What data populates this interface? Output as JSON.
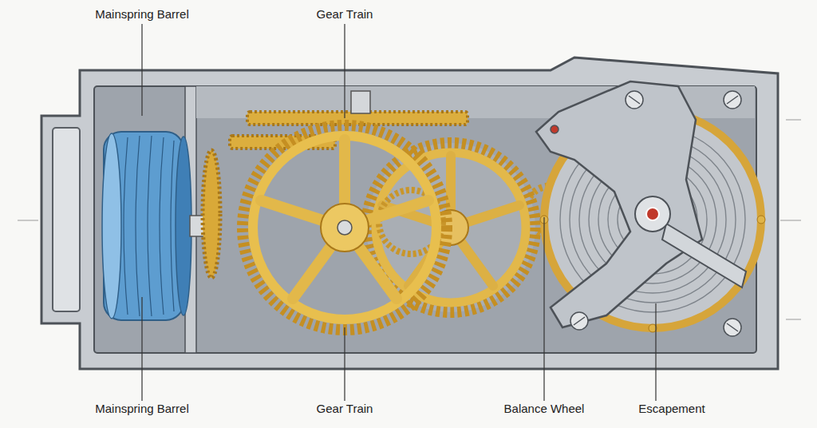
{
  "diagram": {
    "labels": [
      "Mainspring Barrel",
      "Gear Train",
      "Mainspring Barrel",
      "Gear Train",
      "Balance Wheel",
      "Escapement"
    ]
  }
}
